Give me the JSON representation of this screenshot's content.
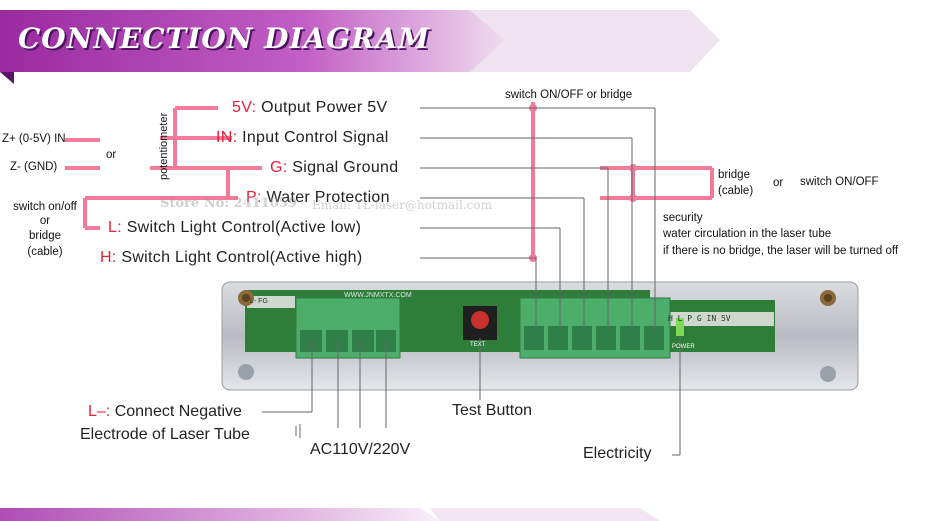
{
  "title": "CONNECTION DIAGRAM",
  "colors": {
    "banner_purple": "#b23bb0",
    "banner_dark": "#7a1f86",
    "pink_line": "#f47a9a",
    "pin_code_red": "#e8203a",
    "board_green": "#2e8a3d",
    "terminal_green": "#4caf6a"
  },
  "pins": [
    {
      "code": "5V:",
      "label": "Output Power 5V"
    },
    {
      "code": "IN:",
      "label": "Input Control Signal"
    },
    {
      "code": "G:",
      "label": "Signal Ground"
    },
    {
      "code": "P:",
      "label": "Water Protection"
    },
    {
      "code": "L:",
      "label": "Switch Light Control(Active low)"
    },
    {
      "code": "H:",
      "label": "Switch Light Control(Active high)"
    }
  ],
  "left_inputs": {
    "z_plus": "Z+ (0-5V) IN",
    "or": "or",
    "z_minus": "Z- (GND)",
    "potentiometer": "potentiometer"
  },
  "switch_left": {
    "line1": "switch on/off",
    "line2": "or",
    "line3": "bridge",
    "line4": "(cable)"
  },
  "top_note": "switch ON/OFF or bridge",
  "right_note": {
    "bridge": "bridge",
    "cable": "(cable)",
    "or": "or",
    "switch": "switch ON/OFF"
  },
  "security": {
    "line1": "security",
    "line2": "water circulation in the laser tube",
    "line3": "if there is no bridge, the laser will be turned off"
  },
  "bottom": {
    "negative_code": "L–:",
    "negative_label": "Connect Negative",
    "negative_line2": "Electrode of Laser Tube",
    "ac": "AC110V/220V",
    "test": "Test Button",
    "electricity": "Electricity"
  },
  "board_text": {
    "test": "TEXT",
    "power": "POWER",
    "pin_strip": "H L P G IN 5V",
    "left_strip": "L- FG",
    "url": "WWW.JNMXTX.COM"
  },
  "watermark": {
    "line1": "Store No: 2411059",
    "line2": "Email: TL-laser@hotmail.com"
  }
}
